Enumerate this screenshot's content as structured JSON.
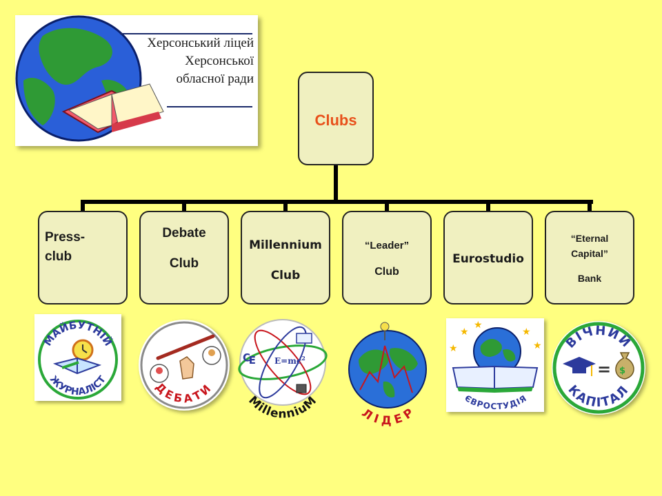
{
  "logo": {
    "lines": [
      "Херсонський ліцей",
      "Херсонської",
      "обласної ради"
    ],
    "icons": [
      "globe-icon",
      "open-book-icon"
    ]
  },
  "root": {
    "label": "Clubs"
  },
  "clubs": [
    {
      "line1": "Press-",
      "line2": "club",
      "line3": ""
    },
    {
      "line1": "Debate",
      "line2": "Club",
      "line3": ""
    },
    {
      "line1": "Millennium",
      "line2": "Club",
      "line3": ""
    },
    {
      "line1": "“Leader”",
      "line2": "Club",
      "line3": ""
    },
    {
      "line1": "Eurostudio",
      "line2": "",
      "line3": ""
    },
    {
      "line1": "“Eternal",
      "line2": "Capital”",
      "line3": "Bank"
    }
  ],
  "badges": {
    "press": {
      "top": "МАЙБУТНІЙ",
      "bottom": "ЖУРНАЛІСТ"
    },
    "debate": {
      "bottom": "ДЕБАТИ"
    },
    "millennium": {
      "formula": "E=mc",
      "power": "2",
      "symbol": "₠",
      "word": "MillenniuM"
    },
    "leader": {
      "word": "Л І Д Е Р"
    },
    "euro": {
      "word": "ЄВРОСТУДІЯ"
    },
    "capital": {
      "top": "ВІЧНИЙ",
      "bottom": "КАПІТАЛ",
      "eq": "="
    }
  },
  "colors": {
    "background": "#FFFF80",
    "box_fill": "#F0F0C0",
    "root_text": "#E8501A",
    "badge_text": "#2c3a9c",
    "leader_text": "#c8161d"
  }
}
